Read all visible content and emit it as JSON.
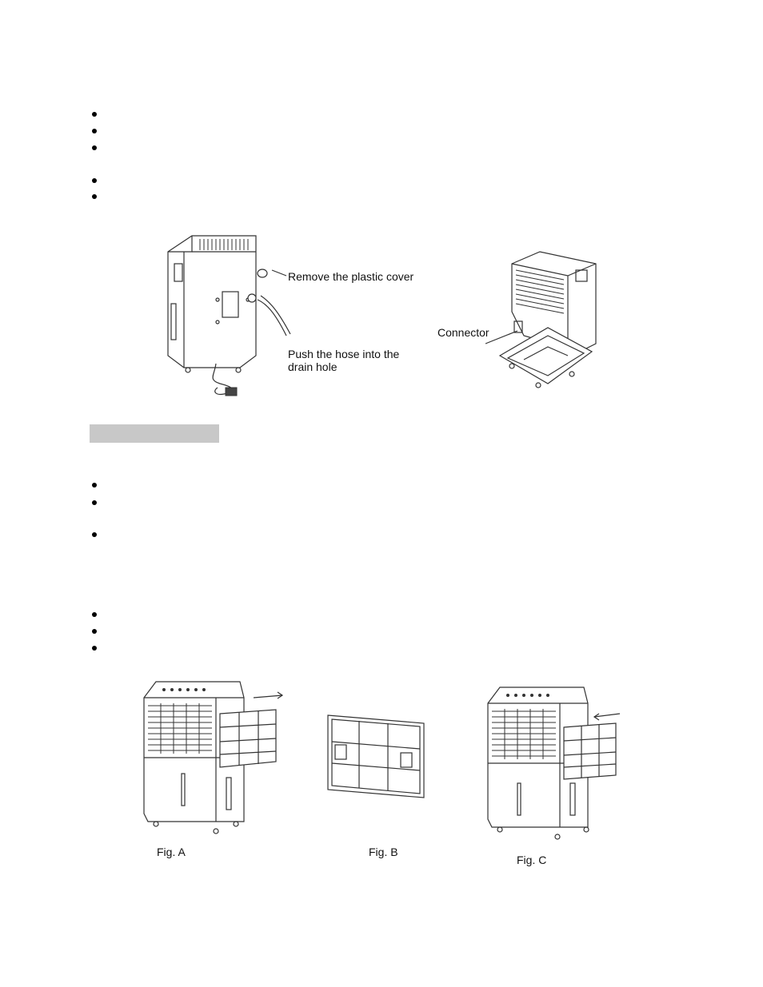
{
  "top_bullets_count": 5,
  "middle_bullets_count": 3,
  "bottom_bullets_count": 3,
  "drain_figure": {
    "label_remove_cover": "Remove the plastic cover",
    "label_push_hose_line1": "Push the hose into the",
    "label_push_hose_line2": "drain hole",
    "label_connector": "Connector"
  },
  "filter_figures": {
    "fig_a": "Fig. A",
    "fig_b": "Fig. B",
    "fig_c": "Fig. C"
  }
}
